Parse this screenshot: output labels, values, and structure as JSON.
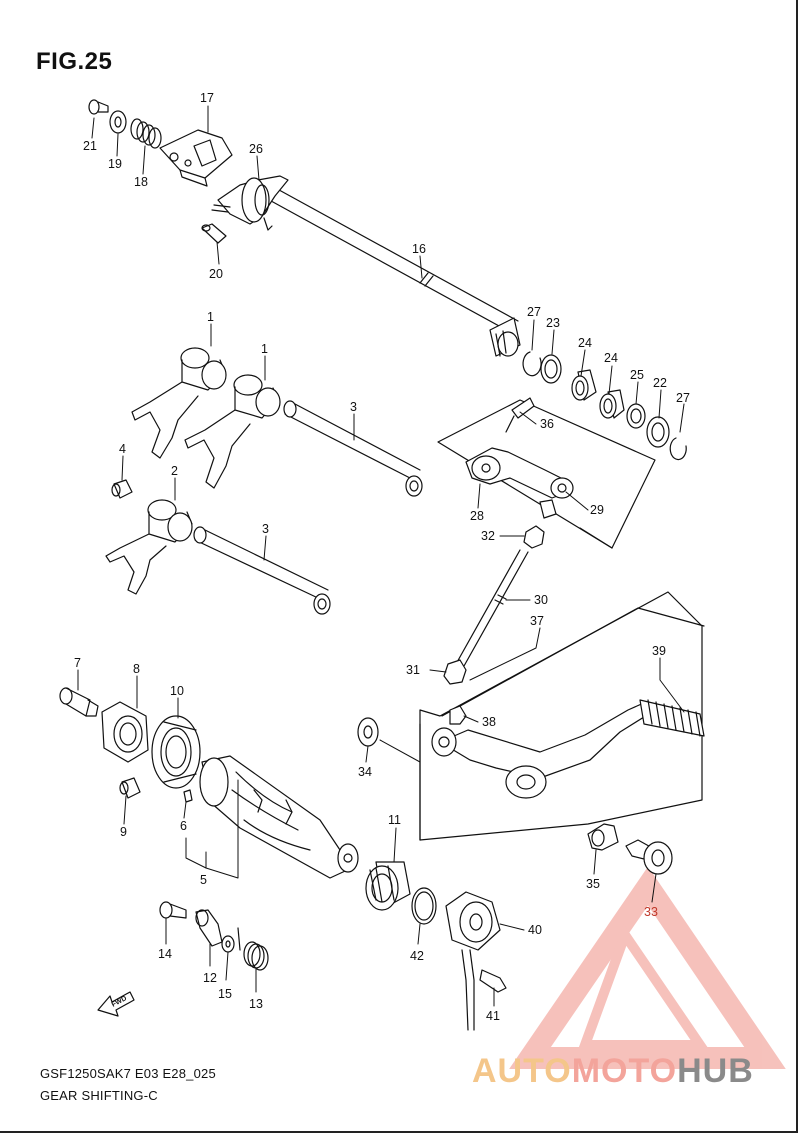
{
  "figure": {
    "title": "FIG.25",
    "code": "GSF1250SAK7 E03 E28_025",
    "caption": "GEAR SHIFTING-C",
    "fwd_label": "FWD"
  },
  "watermark": {
    "part1": "AUTO",
    "part2": "MOTO",
    "part3": "HUB",
    "colors": {
      "auto": "#f4c68a",
      "moto": "#f3a49b",
      "hub": "#8a8a8a",
      "triangle": "#f1a39a"
    }
  },
  "callouts": [
    {
      "id": "c21",
      "text": "21"
    },
    {
      "id": "c19",
      "text": "19"
    },
    {
      "id": "c18",
      "text": "18"
    },
    {
      "id": "c17",
      "text": "17"
    },
    {
      "id": "c26",
      "text": "26"
    },
    {
      "id": "c20",
      "text": "20"
    },
    {
      "id": "c16",
      "text": "16"
    },
    {
      "id": "c27a",
      "text": "27"
    },
    {
      "id": "c23",
      "text": "23"
    },
    {
      "id": "c24a",
      "text": "24"
    },
    {
      "id": "c24b",
      "text": "24"
    },
    {
      "id": "c25",
      "text": "25"
    },
    {
      "id": "c22",
      "text": "22"
    },
    {
      "id": "c27b",
      "text": "27"
    },
    {
      "id": "c1a",
      "text": "1"
    },
    {
      "id": "c1b",
      "text": "1"
    },
    {
      "id": "c3a",
      "text": "3"
    },
    {
      "id": "c36",
      "text": "36"
    },
    {
      "id": "c4",
      "text": "4"
    },
    {
      "id": "c2",
      "text": "2"
    },
    {
      "id": "c28",
      "text": "28"
    },
    {
      "id": "c29",
      "text": "29"
    },
    {
      "id": "c32",
      "text": "32"
    },
    {
      "id": "c3b",
      "text": "3"
    },
    {
      "id": "c30",
      "text": "30"
    },
    {
      "id": "c37",
      "text": "37"
    },
    {
      "id": "c39",
      "text": "39"
    },
    {
      "id": "c7",
      "text": "7"
    },
    {
      "id": "c8",
      "text": "8"
    },
    {
      "id": "c10",
      "text": "10"
    },
    {
      "id": "c31",
      "text": "31"
    },
    {
      "id": "c38",
      "text": "38"
    },
    {
      "id": "c34",
      "text": "34"
    },
    {
      "id": "c9",
      "text": "9"
    },
    {
      "id": "c6",
      "text": "6"
    },
    {
      "id": "c11",
      "text": "11"
    },
    {
      "id": "c5",
      "text": "5"
    },
    {
      "id": "c35",
      "text": "35"
    },
    {
      "id": "c33",
      "text": "33",
      "highlight": true
    },
    {
      "id": "c40",
      "text": "40"
    },
    {
      "id": "c14",
      "text": "14"
    },
    {
      "id": "c12",
      "text": "12"
    },
    {
      "id": "c15",
      "text": "15"
    },
    {
      "id": "c13",
      "text": "13"
    },
    {
      "id": "c42",
      "text": "42"
    },
    {
      "id": "c41",
      "text": "41"
    }
  ]
}
